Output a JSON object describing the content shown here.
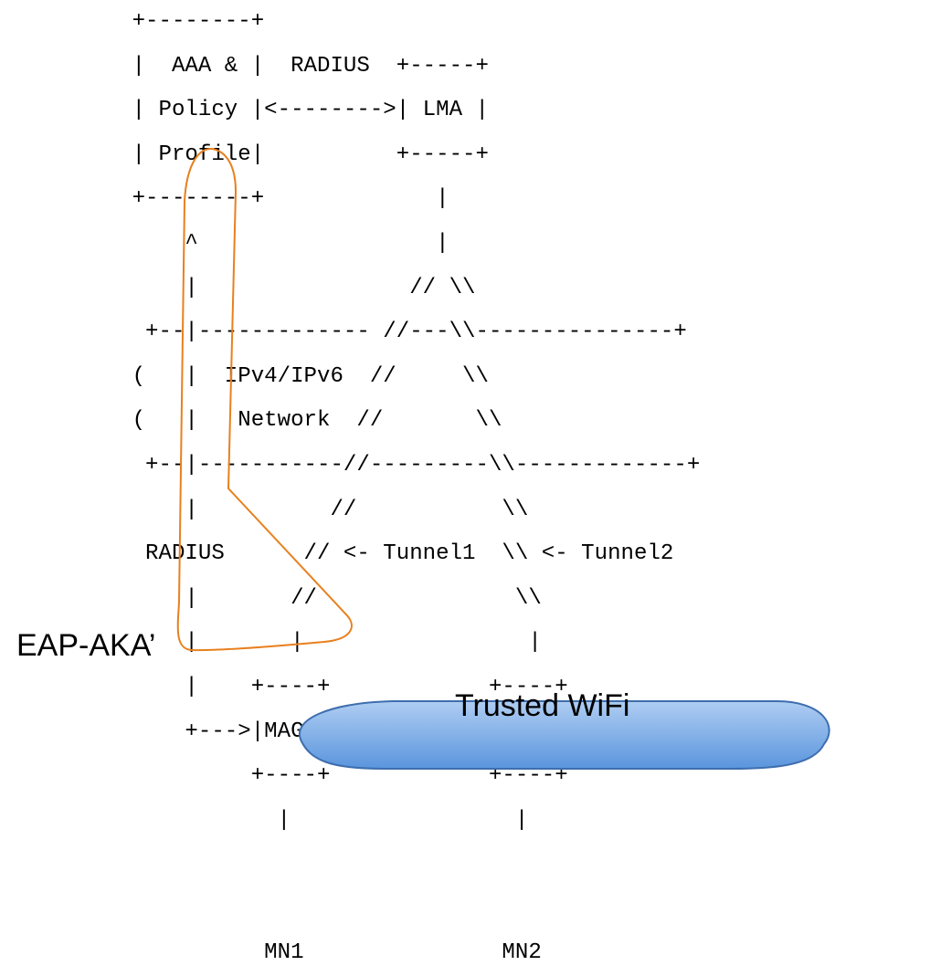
{
  "diagram": {
    "ascii_lines": [
      "          +--------+",
      "          |  AAA & |  RADIUS  +-----+",
      "          | Policy |<-------->| LMA |",
      "          | Profile|          +-----+",
      "          +--------+             |",
      "              ^                  |",
      "              |                // \\\\",
      "           +--|------------- //---\\\\---------------+",
      "          (   |  IPv4/IPv6  //     \\\\",
      "          (   |   Network  //       \\\\",
      "           +--|-----------//---------\\\\-------------+",
      "              |          //           \\\\",
      "           RADIUS      // <- Tunnel1  \\\\ <- Tunnel2",
      "              |       //               \\\\",
      "              |       |                 |",
      "              |    +----+            +----+",
      "              +--->|MAG1|            |MAG2|",
      "                   +----+            +----+",
      "                     |                 |",
      "",
      "",
      "                    MN1               MN2"
    ],
    "eap_label": "EAP-AKA’",
    "wifi_label": "Trusted WiFi",
    "colors": {
      "text": "#000000",
      "outline": "#E8801E",
      "wifi_fill_top": "#AFCDF2",
      "wifi_fill_bottom": "#5A95DD",
      "wifi_stroke": "#3E6EAE"
    }
  }
}
